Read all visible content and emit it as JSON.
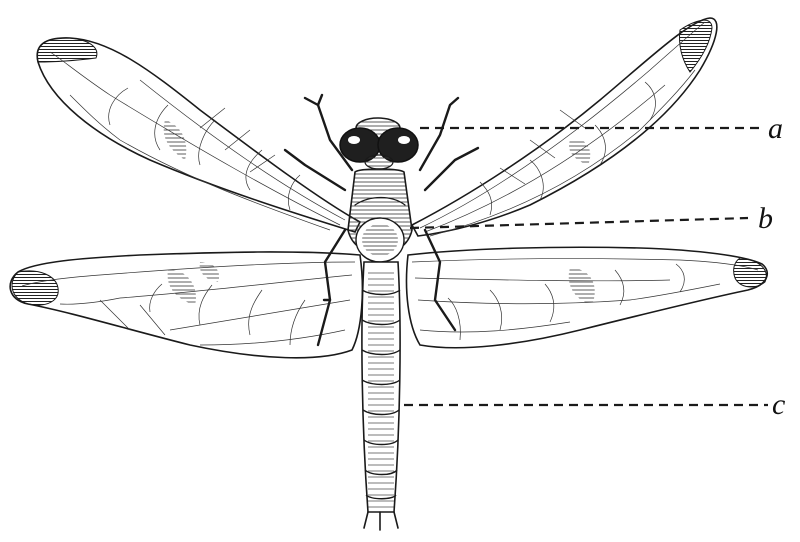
{
  "labels": {
    "a": "a",
    "b": "b",
    "c": "c"
  },
  "colors": {
    "ink": "#1a1a1a",
    "paper": "#ffffff"
  }
}
